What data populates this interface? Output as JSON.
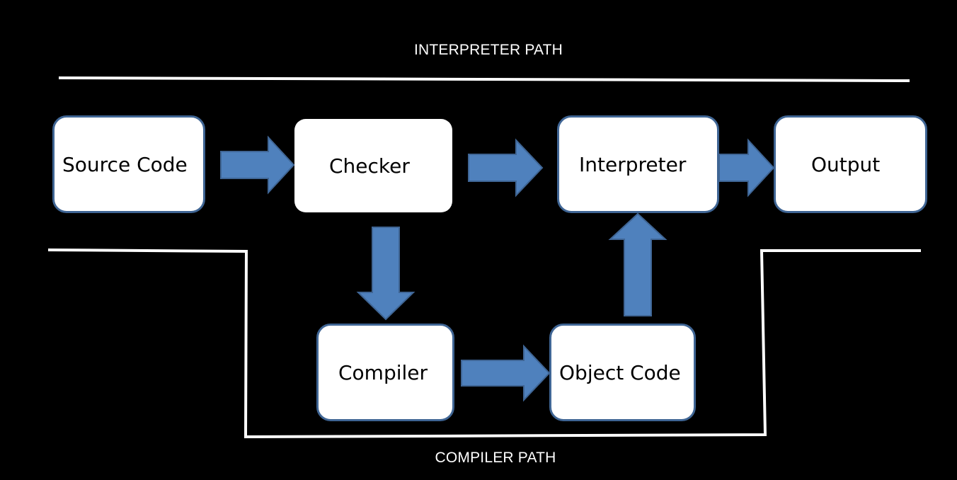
{
  "labels": {
    "interpreter_path": "INTERPRETER PATH",
    "compiler_path": "COMPILER PATH"
  },
  "nodes": {
    "source_code": "Source Code",
    "checker": "Checker",
    "interpreter": "Interpreter",
    "output": "Output",
    "compiler": "Compiler",
    "object_code": "Object Code"
  },
  "colors": {
    "background": "#000000",
    "box_fill": "#ffffff",
    "box_border": "#3f6594",
    "arrow_fill": "#4f81bd",
    "arrow_stroke": "#3f6594",
    "divider": "#ffffff",
    "text": "#000000",
    "label_text": "#ffffff"
  }
}
